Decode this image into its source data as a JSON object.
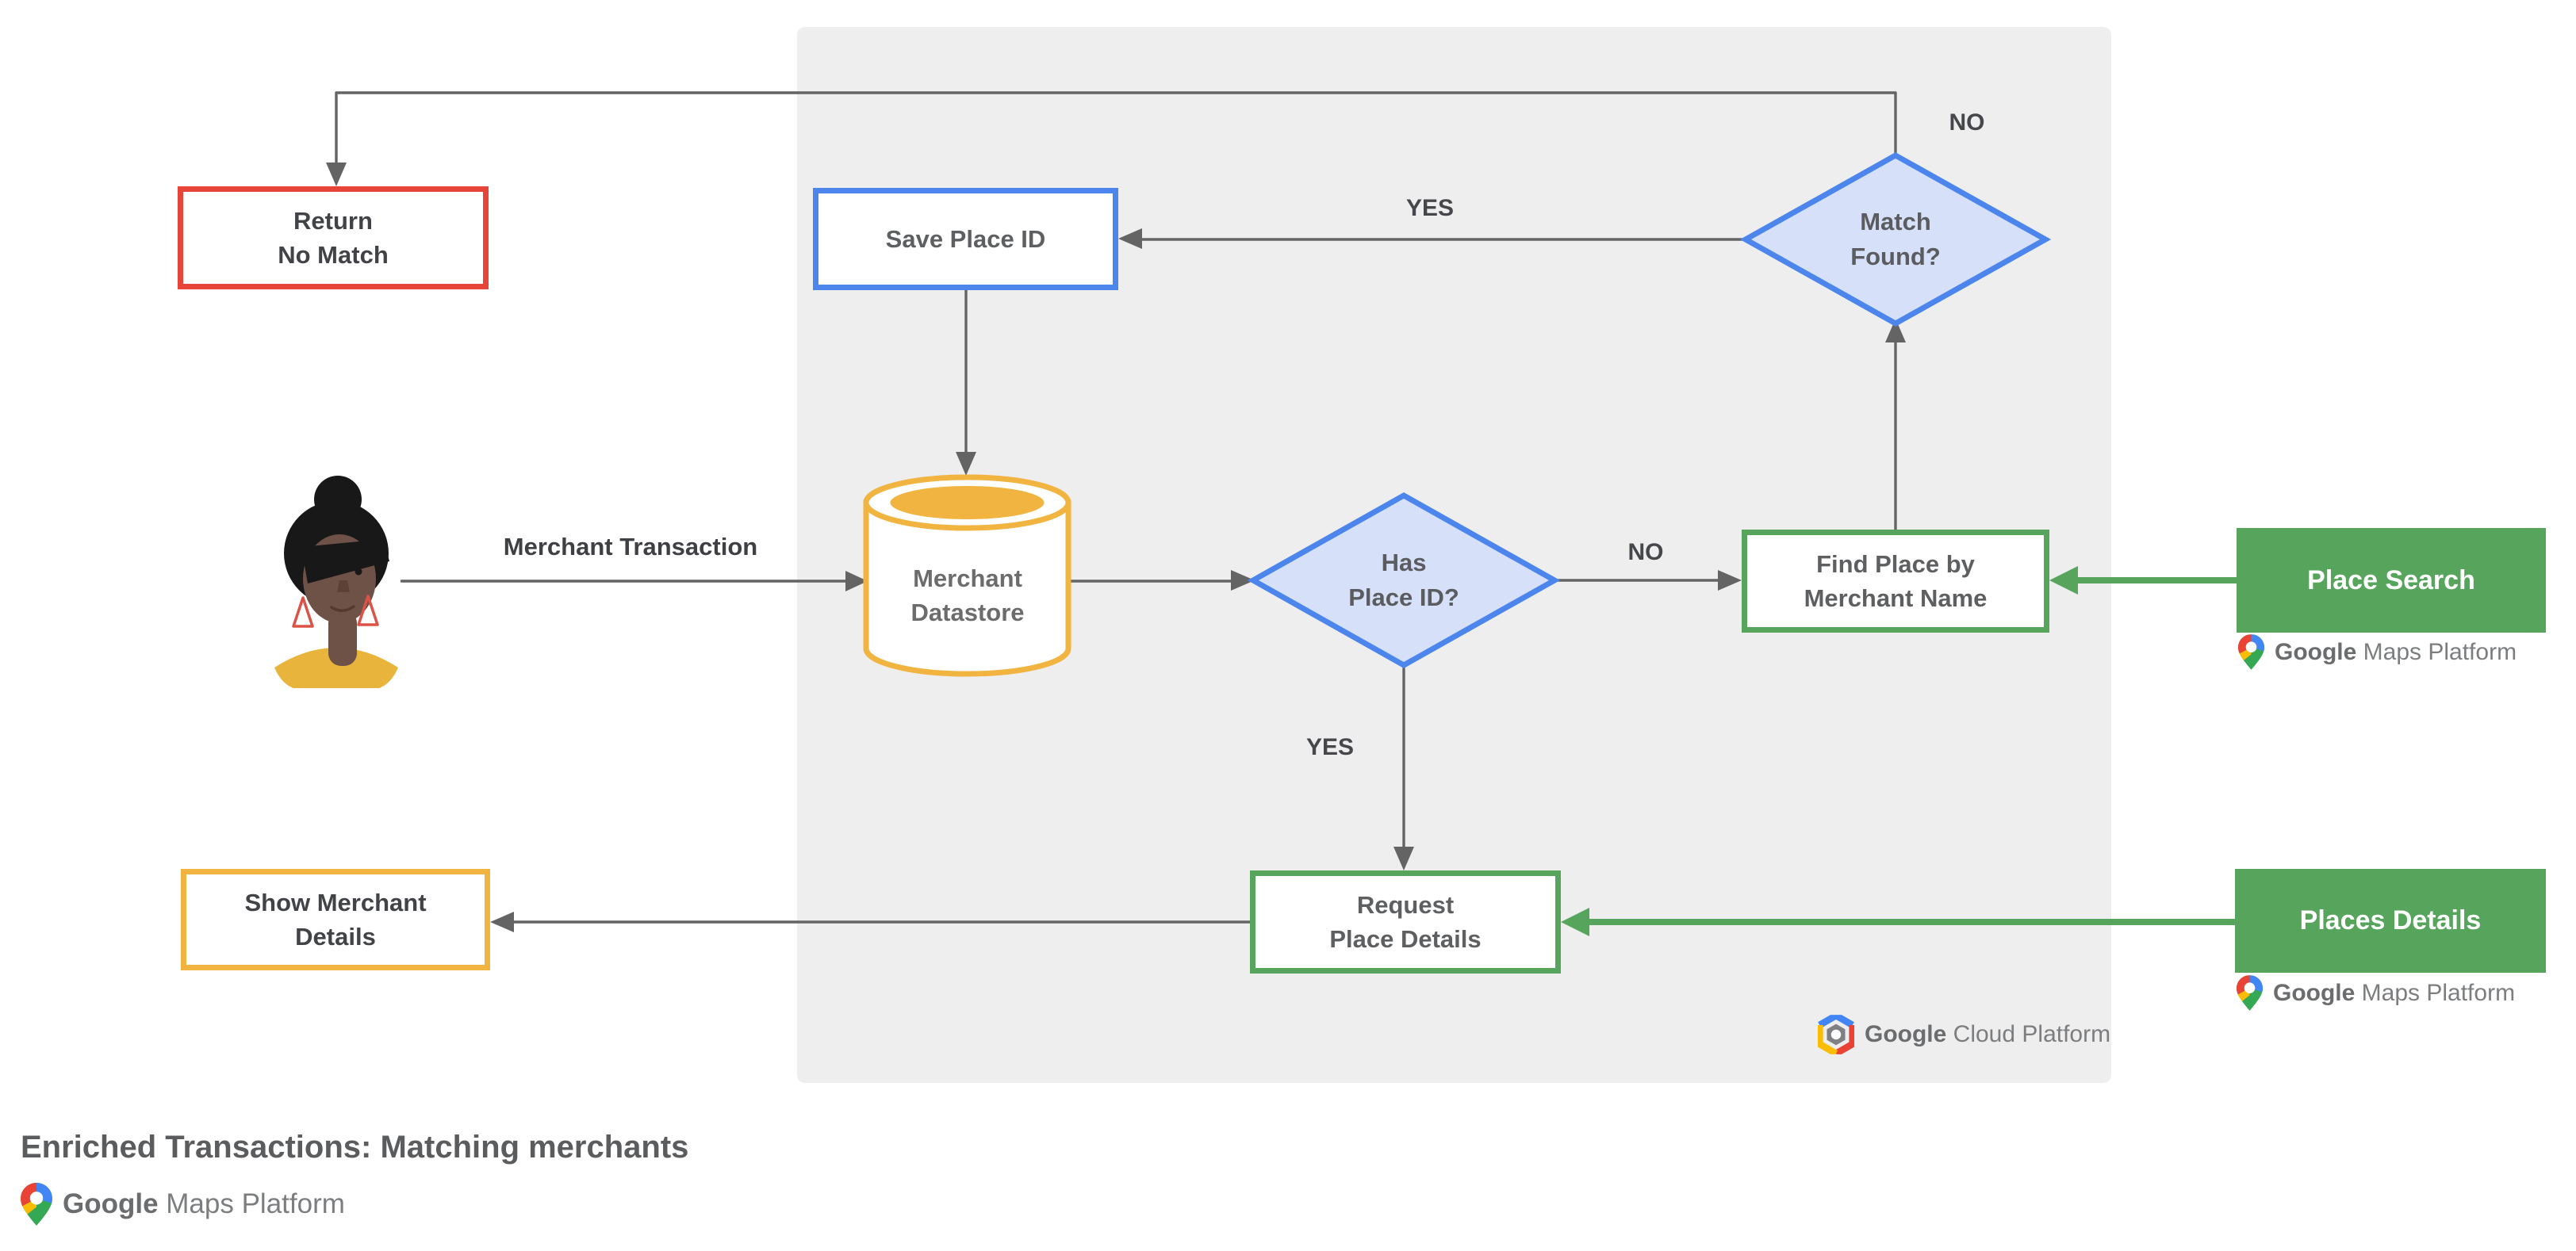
{
  "title": "Enriched Transactions: Matching merchants",
  "nodes": {
    "return_no_match": {
      "line1": "Return",
      "line2": "No Match"
    },
    "save_place_id": {
      "line1": "Save Place ID"
    },
    "merchant_datastore": {
      "line1": "Merchant",
      "line2": "Datastore"
    },
    "has_place_id": {
      "line1": "Has",
      "line2": "Place ID?"
    },
    "match_found": {
      "line1": "Match",
      "line2": "Found?"
    },
    "find_place_by_merchant_name": {
      "line1": "Find Place by",
      "line2": "Merchant Name"
    },
    "request_place_details": {
      "line1": "Request",
      "line2": "Place Details"
    },
    "place_search": {
      "line1": "Place Search"
    },
    "places_details": {
      "line1": "Places Details"
    },
    "show_merchant_details": {
      "line1": "Show Merchant",
      "line2": "Details"
    }
  },
  "edge_labels": {
    "match_found_no": "NO",
    "match_found_yes": "YES",
    "has_place_id_no": "NO",
    "has_place_id_yes": "YES",
    "merchant_transaction": "Merchant Transaction"
  },
  "branding": {
    "google_cloud_platform": {
      "bold": "Google",
      "rest": "Cloud Platform"
    },
    "google_maps_platform": {
      "bold": "Google",
      "rest": "Maps Platform"
    }
  },
  "colors": {
    "panel_bg": "#EEEEEF",
    "arrow_gray": "#646464",
    "green": "#57A55C",
    "blue_border": "#4C85EC",
    "diamond_fill": "#D6E1F9",
    "red": "#E8453A",
    "amber": "#F2B441",
    "node_text": "#5E5F61",
    "dark_text": "#414347"
  }
}
